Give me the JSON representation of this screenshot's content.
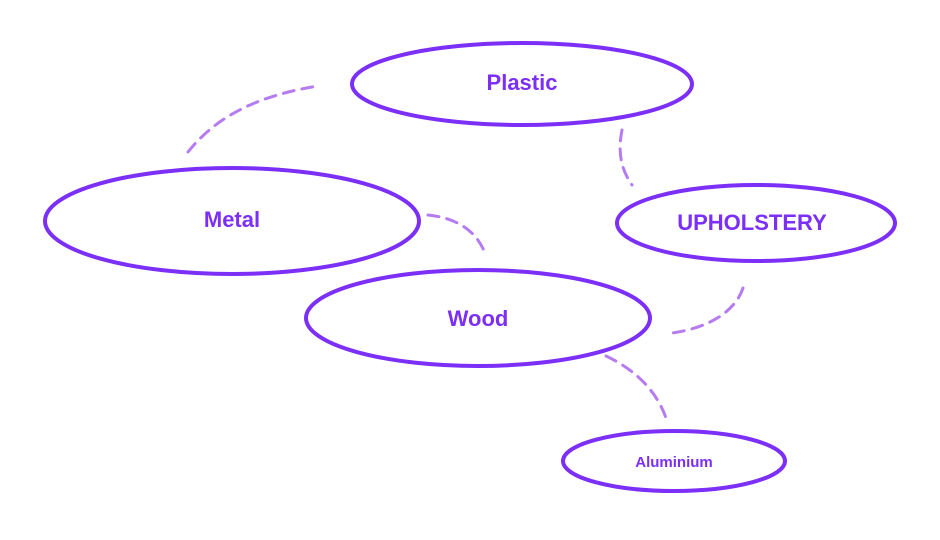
{
  "colors": {
    "accent": "#7b2ff7",
    "connector": "#b57cf2",
    "background": "#ffffff"
  },
  "nodes": {
    "plastic": "Plastic",
    "metal": "Metal",
    "upholstery": "UPHOLSTERY",
    "wood": "Wood",
    "aluminium": "Aluminium"
  }
}
